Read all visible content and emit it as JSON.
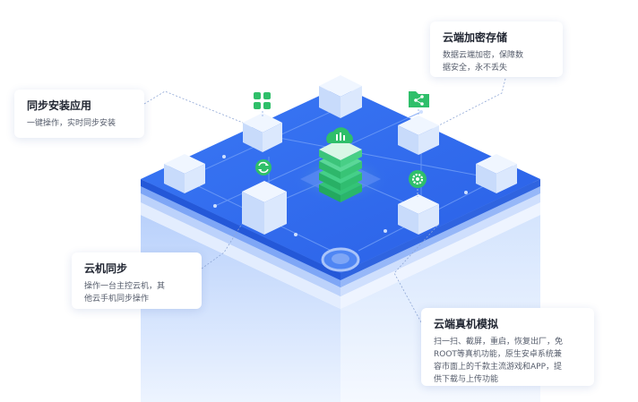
{
  "colors": {
    "platform_top": "#2f6cf0",
    "platform_edge": "#2458d8",
    "layer_1": "#6f9bf5",
    "layer_2": "#a9c4fa",
    "layer_3": "#d6e4fd",
    "column": "#cfe0fc",
    "cube_top": "#f0f6ff",
    "cube_left": "#c8dbfb",
    "cube_right": "#dbe8fd",
    "icon_green": "#2fbf6a",
    "connector": "#8fa7d6"
  },
  "icons": {
    "apps_icon": "apps-grid-icon",
    "share_folder_icon": "share-folder-icon",
    "sync_icon": "sync-icon",
    "settings_icon": "gear-icon",
    "cloud_icon": "cloud-icon"
  },
  "features": {
    "sync_install": {
      "title": "同步安装应用",
      "desc": "一键操作，实时同步安装"
    },
    "cloud_encrypt": {
      "title": "云端加密存储",
      "desc_line1": "数据云端加密，保障数",
      "desc_line2": "据安全，永不丢失"
    },
    "cloud_sync": {
      "title": "云机同步",
      "desc_line1": "操作一台主控云机，其",
      "desc_line2": "他云手机同步操作"
    },
    "real_device": {
      "title": "云端真机模拟",
      "desc_line1": "扫一扫、截屏，重启，恢复出厂，免",
      "desc_line2": "ROOT等真机功能，原生安卓系统兼",
      "desc_line3": "容市面上的千款主流游戏和APP，提",
      "desc_line4": "供下载与上传功能"
    }
  }
}
